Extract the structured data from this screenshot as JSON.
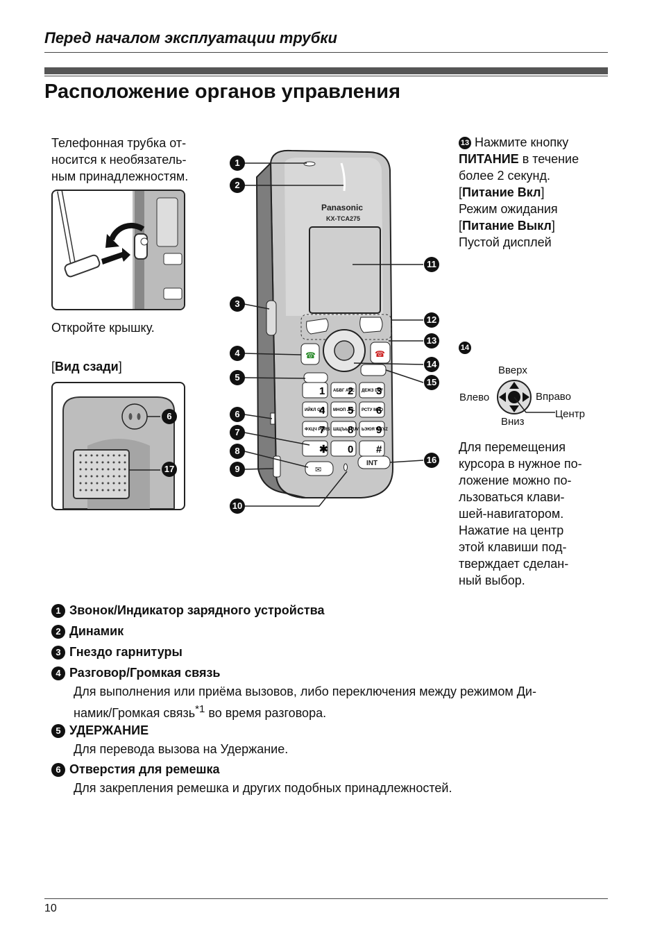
{
  "header": {
    "section_title": "Перед началом эксплуатации трубки"
  },
  "page_title": "Расположение органов управления",
  "left_column": {
    "intro": [
      "Телефонная трубка от-",
      "носится к необязатель-",
      "ным принадлежностям."
    ],
    "open_cover": "Откройте крышку.",
    "rear_view_open": "[",
    "rear_view_label": "Вид сзади",
    "rear_view_close": "]"
  },
  "phone": {
    "brand": "Panasonic",
    "model": "KX-TCA275"
  },
  "callouts": [
    "1",
    "2",
    "3",
    "4",
    "5",
    "6",
    "7",
    "8",
    "9",
    "10",
    "11",
    "12",
    "13",
    "14",
    "15",
    "16",
    "17"
  ],
  "right_column": {
    "note13_num": "13",
    "note13_line1": "Нажмите кнопку",
    "note13_bold": "ПИТАНИЕ",
    "note13_line2": " в течение",
    "note13_line3": "более 2 секунд.",
    "power_on": "Питание Вкл",
    "power_on_desc": "Режим ожидания",
    "power_off": "Питание Выкл",
    "power_off_desc": "Пустой дисплей",
    "note14_num": "14",
    "nav": {
      "up": "Вверх",
      "left": "Влево",
      "right": "Вправо",
      "down": "Вниз",
      "center": "Центр"
    },
    "nav_desc": [
      "Для перемещения",
      "курсора в нужное по-",
      "ложение можно по-",
      "льзоваться клави-",
      "шей-навигатором.",
      "Нажатие на центр",
      "этой клавиши под-",
      "тверждает сделан-",
      "ный выбор."
    ]
  },
  "legend": [
    {
      "num": "1",
      "label": "Звонок/Индикатор зарядного устройства"
    },
    {
      "num": "2",
      "label": "Динамик"
    },
    {
      "num": "3",
      "label": "Гнездо гарнитуры"
    },
    {
      "num": "4",
      "label": "Разговор/Громкая связь",
      "desc1": "Для выполнения или приёма вызовов, либо переключения между режимом Ди-",
      "desc2": "намик/Громкая связь",
      "sup": "*1",
      "desc3": " во время разговора."
    },
    {
      "num": "5",
      "label": "УДЕРЖАНИЕ",
      "desc1": "Для перевода вызова на Удержание."
    },
    {
      "num": "6",
      "label": "Отверстия для ремешка",
      "desc1": "Для закрепления ремешка и других подобных принадлежностей."
    }
  ],
  "keys": [
    {
      "main": "1",
      "sub": ""
    },
    {
      "main": "2",
      "sub": "АБВГ ABC"
    },
    {
      "main": "3",
      "sub": "ДЕЖЗ DEF"
    },
    {
      "main": "4",
      "sub": "ИЙКЛ GHI"
    },
    {
      "main": "5",
      "sub": "МНОП JKL"
    },
    {
      "main": "6",
      "sub": "РСТУ MNO"
    },
    {
      "main": "7",
      "sub": "ФХЦЧ PQRS"
    },
    {
      "main": "8",
      "sub": "ШЩЪЫ TUV"
    },
    {
      "main": "9",
      "sub": "ЬЭЮЯ WXYZ"
    },
    {
      "main": "✱",
      "sub": ""
    },
    {
      "main": "0",
      "sub": ""
    },
    {
      "main": "#",
      "sub": ""
    }
  ],
  "int_key": "INT",
  "footer": {
    "page_number": "10"
  }
}
